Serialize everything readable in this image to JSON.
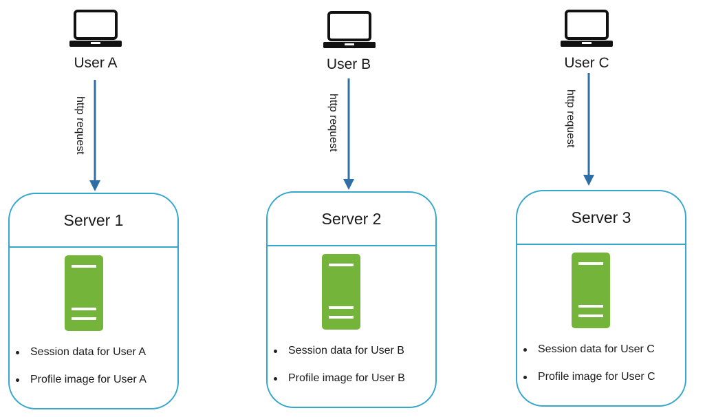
{
  "colors": {
    "box_border": "#35a6cc",
    "arrow": "#2f6fa6",
    "server_green": "#74b43a",
    "laptop": "#111111"
  },
  "columns": [
    {
      "user_label": "User A",
      "arrow_label": "http request",
      "server_title": "Server 1",
      "items": [
        "Session data for User A",
        "Profile image for User A"
      ]
    },
    {
      "user_label": "User B",
      "arrow_label": "http request",
      "server_title": "Server 2",
      "items": [
        "Session data for User B",
        "Profile image for User B"
      ]
    },
    {
      "user_label": "User C",
      "arrow_label": "http request",
      "server_title": "Server 3",
      "items": [
        "Session data for User C",
        "Profile image for User C"
      ]
    }
  ]
}
